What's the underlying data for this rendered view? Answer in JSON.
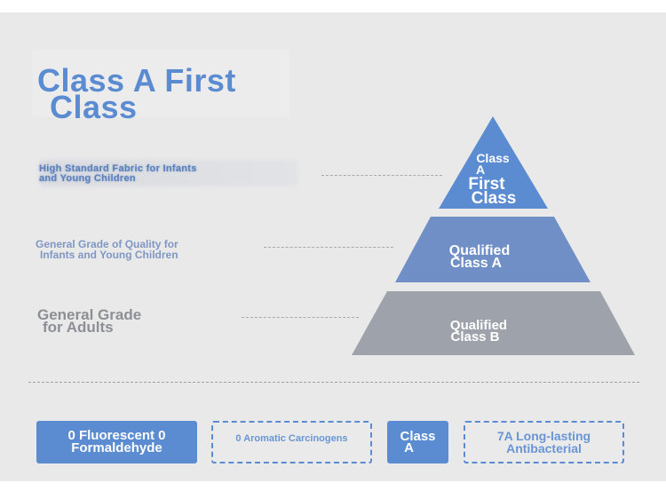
{
  "title": {
    "line1": "Class A First",
    "line2": "Class"
  },
  "tiers": [
    {
      "label_line1": "High Standard Fabric for Infants",
      "label_line2": "and Young Children",
      "pyramid_line1": "Class",
      "pyramid_line2": "A",
      "pyramid_line3": "First",
      "pyramid_line4": "Class",
      "color": "#5b8bd0"
    },
    {
      "label_line1": "General Grade of Quality for",
      "label_line2": "Infants and Young Children",
      "pyramid_line1": "Qualified",
      "pyramid_line2": "Class A",
      "color": "#6f8fc6"
    },
    {
      "label_line1": "General Grade",
      "label_line2": "for Adults",
      "pyramid_line1": "Qualified",
      "pyramid_line2": "Class B",
      "color": "#9ea3ab"
    }
  ],
  "badges": [
    {
      "line1": "0 Fluorescent 0",
      "line2": "Formaldehyde",
      "style": "solid"
    },
    {
      "line1": "0 Aromatic Carcinogens",
      "line2": "",
      "style": "outline"
    },
    {
      "line1": "Class",
      "line2": "A",
      "style": "solid"
    },
    {
      "line1": "7A Long-lasting",
      "line2": "Antibacterial",
      "style": "outline"
    }
  ],
  "colors": {
    "accent": "#5b8bd0",
    "panel": "#e9e9ea",
    "gray_tier": "#9ea3ab"
  }
}
